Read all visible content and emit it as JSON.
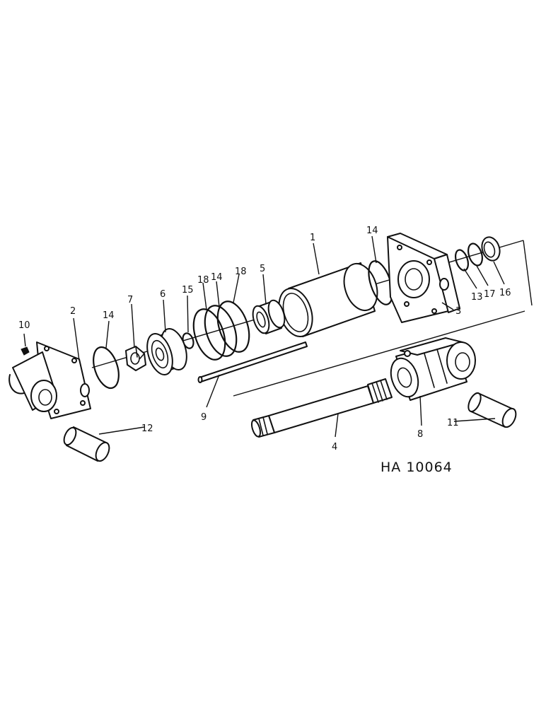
{
  "figure": {
    "reference_code": "HA 10064",
    "callouts": [
      "1",
      "2",
      "3",
      "4",
      "5",
      "6",
      "7",
      "8",
      "9",
      "10",
      "11",
      "12",
      "13",
      "14",
      "14",
      "14",
      "15",
      "16",
      "17",
      "18",
      "18"
    ]
  },
  "colors": {
    "ink": "#111111",
    "paper": "#ffffff"
  }
}
